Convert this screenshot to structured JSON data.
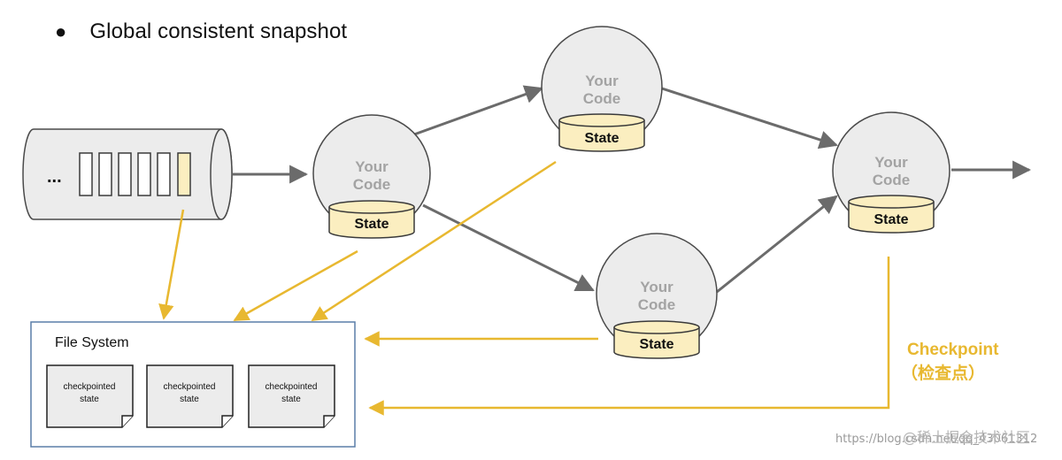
{
  "title": {
    "bullet": "●",
    "text": "Global consistent snapshot"
  },
  "source": {
    "ellipsis": "..."
  },
  "nodes": [
    {
      "id": "op-1",
      "line1": "Your",
      "line2": "Code",
      "state": "State"
    },
    {
      "id": "op-2-top",
      "line1": "Your",
      "line2": "Code",
      "state": "State"
    },
    {
      "id": "op-2-bottom",
      "line1": "Your",
      "line2": "Code",
      "state": "State"
    },
    {
      "id": "op-3",
      "line1": "Your",
      "line2": "Code",
      "state": "State"
    }
  ],
  "file_system": {
    "title": "File System",
    "docs": [
      {
        "line1": "checkpointed",
        "line2": "state"
      },
      {
        "line1": "checkpointed",
        "line2": "state"
      },
      {
        "line1": "checkpointed",
        "line2": "state"
      }
    ]
  },
  "checkpoint": {
    "label": "Checkpoint",
    "sublabel": "（检查点）"
  },
  "watermark": {
    "url": "https://blog.csdn.net/qq_43061312",
    "brand": "@稀土掘金技术社区"
  },
  "colors": {
    "arrow_gray": "#6b6b6b",
    "checkpoint_yellow": "#e8b830",
    "state_fill": "#fbeec0",
    "state_stroke": "#3a3a3a",
    "node_fill": "#ececec",
    "fs_border": "#5a7ea8"
  }
}
